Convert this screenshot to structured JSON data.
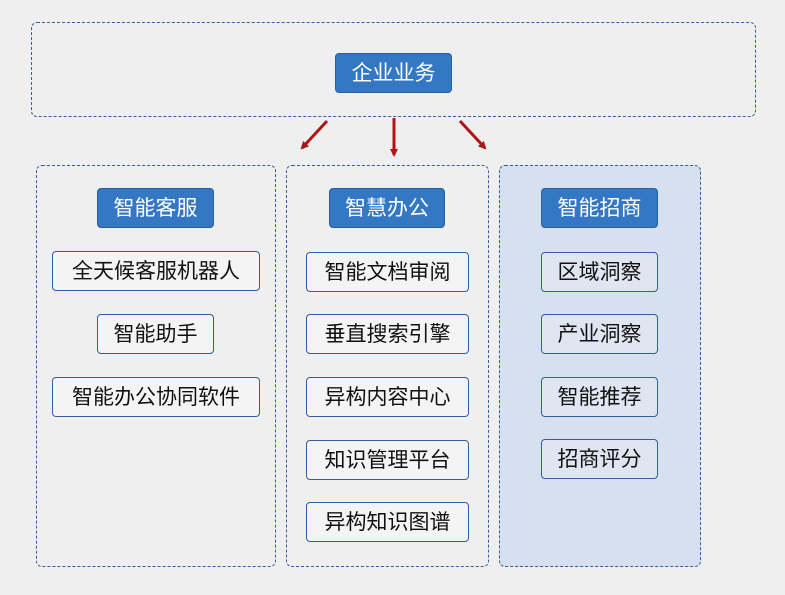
{
  "root": {
    "label": "企业业务"
  },
  "columns": [
    {
      "title": "智能客服",
      "items": [
        "全天候客服机器人",
        "智能助手",
        "智能办公协同软件"
      ]
    },
    {
      "title": "智慧办公",
      "items": [
        "智能文档审阅",
        "垂直搜索引擎",
        "异构内容中心",
        "知识管理平台",
        "异构知识图谱"
      ]
    },
    {
      "title": "智能招商",
      "items": [
        "区域洞察",
        "产业洞察",
        "智能推荐",
        "招商评分"
      ]
    }
  ],
  "colors": {
    "header_fill": "#3477c3",
    "border": "#2f5f9e",
    "arrow": "#b01515",
    "highlight_panel": "#d6e0ef"
  }
}
